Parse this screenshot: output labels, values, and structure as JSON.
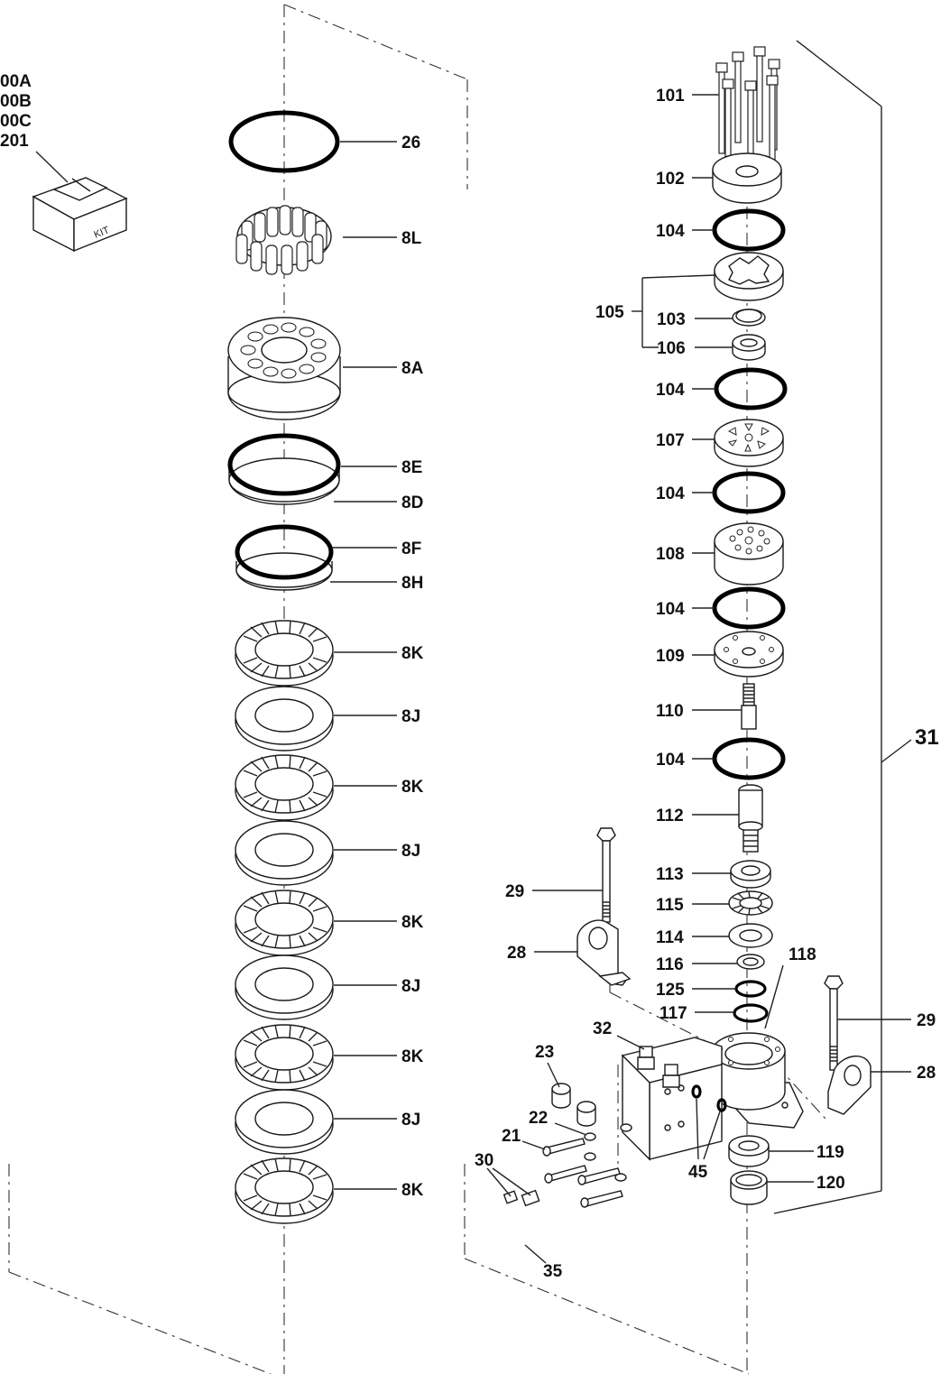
{
  "kit": {
    "codes": [
      "00A",
      "00B",
      "00C",
      "201"
    ],
    "box_label": "KIT",
    "icon": "kit-box-icon"
  },
  "left_stack": [
    {
      "id": "26"
    },
    {
      "id": "8L"
    },
    {
      "id": "8A"
    },
    {
      "id": "8E"
    },
    {
      "id": "8D"
    },
    {
      "id": "8F"
    },
    {
      "id": "8H"
    },
    {
      "id": "8K"
    },
    {
      "id": "8J"
    },
    {
      "id": "8K"
    },
    {
      "id": "8J"
    },
    {
      "id": "8K"
    },
    {
      "id": "8J"
    },
    {
      "id": "8K"
    },
    {
      "id": "8J"
    },
    {
      "id": "8K"
    }
  ],
  "right_stack": [
    {
      "id": "101"
    },
    {
      "id": "102"
    },
    {
      "id": "104"
    },
    {
      "id": "105"
    },
    {
      "id": "103"
    },
    {
      "id": "106"
    },
    {
      "id": "104"
    },
    {
      "id": "107"
    },
    {
      "id": "104"
    },
    {
      "id": "108"
    },
    {
      "id": "104"
    },
    {
      "id": "109"
    },
    {
      "id": "110"
    },
    {
      "id": "104"
    },
    {
      "id": "112"
    },
    {
      "id": "113"
    },
    {
      "id": "115"
    },
    {
      "id": "114"
    },
    {
      "id": "116"
    },
    {
      "id": "125"
    },
    {
      "id": "117"
    },
    {
      "id": "118"
    },
    {
      "id": "119"
    },
    {
      "id": "120"
    }
  ],
  "housing_parts": [
    {
      "id": "29"
    },
    {
      "id": "28"
    },
    {
      "id": "32"
    },
    {
      "id": "23"
    },
    {
      "id": "22"
    },
    {
      "id": "21"
    },
    {
      "id": "30"
    },
    {
      "id": "35"
    },
    {
      "id": "45"
    },
    {
      "id": "29"
    },
    {
      "id": "28"
    }
  ],
  "assembly": {
    "id": "31"
  }
}
